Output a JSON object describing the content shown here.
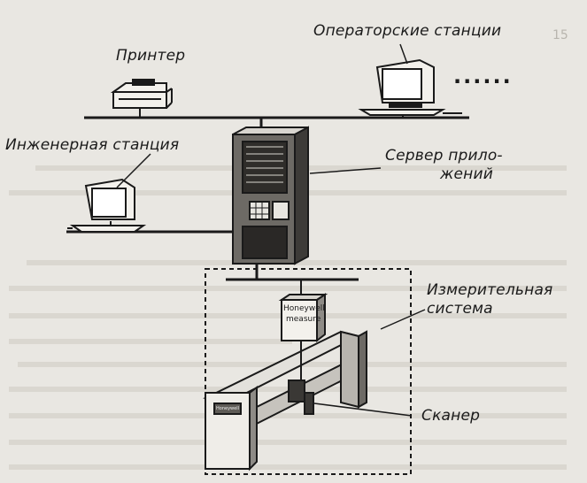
{
  "labels": {
    "printer": "Принтер",
    "operator_stations": "Операторские станции",
    "engineer_station": "Инженерная станция",
    "app_server_line1": "Сервер прило-",
    "app_server_line2": "жений",
    "measure_system_line1": "Измерительная",
    "measure_system_line2": "система",
    "scanner": "Сканер"
  },
  "device_text": {
    "box_brand": "Honeywell",
    "box_model": "measure",
    "scanner_plate": "Honeywell"
  },
  "page_number": "15",
  "ellipsis": "......",
  "colors": {
    "background": "#e9e7e2",
    "ink": "#1a1a1a",
    "faint": "#bdb9b1"
  }
}
